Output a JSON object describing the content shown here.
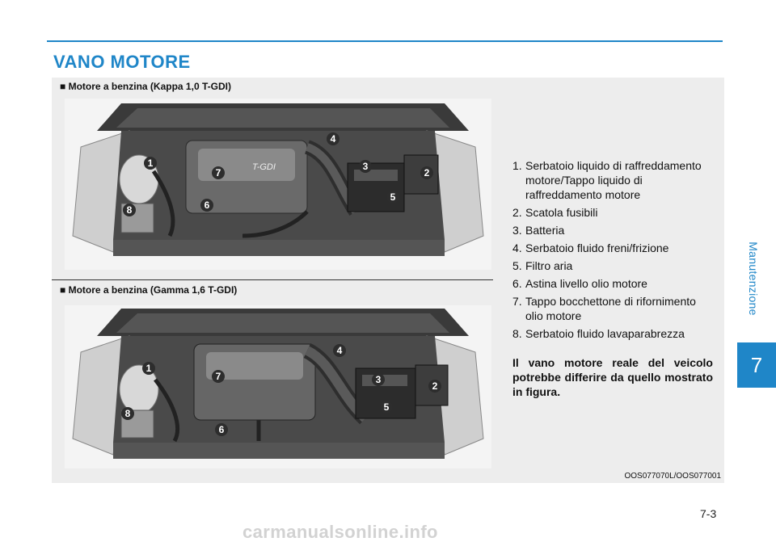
{
  "page": {
    "title": "VANO MOTORE",
    "side_label": "Manutenzione",
    "chapter": "7",
    "page_number": "7-3",
    "watermark": "carmanualsonline.info"
  },
  "figure": {
    "captions": [
      "■ Motore a benzina (Kappa 1,0 T-GDI)",
      "■ Motore a benzina (Gamma 1,6 T-GDI)"
    ],
    "code": "OOS077070L/OOS077001",
    "logo_texts": [
      "T-GDI"
    ],
    "legend": [
      {
        "num": "1.",
        "text": "Serbatoio liquido di raffreddamento motore/Tappo liquido di raffreddamento motore"
      },
      {
        "num": "2.",
        "text": "Scatola fusibili"
      },
      {
        "num": "3.",
        "text": "Batteria"
      },
      {
        "num": "4.",
        "text": "Serbatoio fluido freni/frizione"
      },
      {
        "num": "5.",
        "text": "Filtro aria"
      },
      {
        "num": "6.",
        "text": "Astina livello olio motore"
      },
      {
        "num": "7.",
        "text": "Tappo bocchettone di rifornimento olio motore"
      },
      {
        "num": "8.",
        "text": "Serbatoio fluido lavaparabrezza"
      }
    ],
    "note": "Il vano motore reale del veicolo potrebbe differire da quello mostrato in figura.",
    "callouts_top": [
      "1",
      "2",
      "3",
      "4",
      "5",
      "6",
      "7",
      "8"
    ],
    "callouts_bottom": [
      "1",
      "2",
      "3",
      "4",
      "5",
      "6",
      "7",
      "8"
    ]
  }
}
